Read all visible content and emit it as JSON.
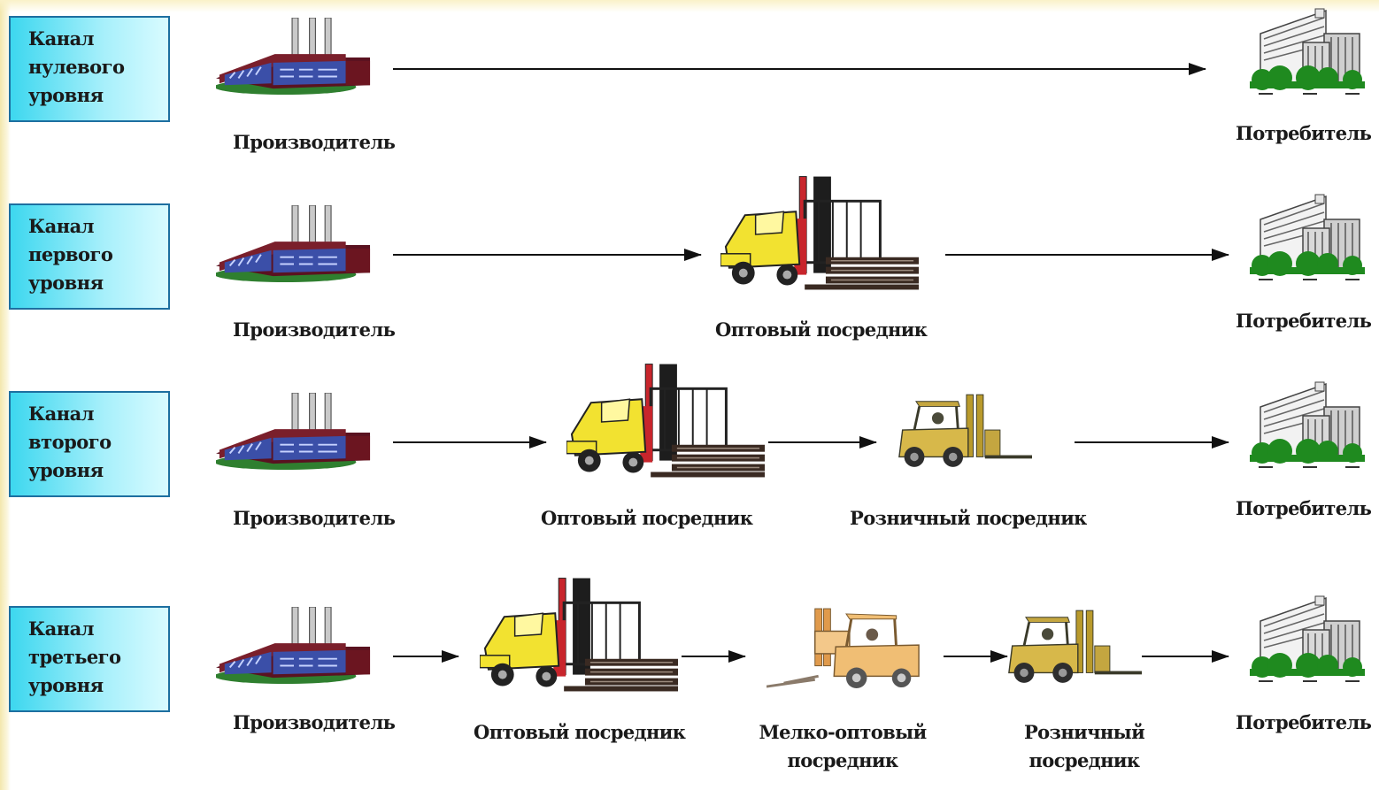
{
  "rows": [
    {
      "channel": [
        "Канал",
        "нулевого",
        "уровня"
      ],
      "producer": "Производитель",
      "consumer": "Потребитель"
    },
    {
      "channel": [
        "Канал",
        "первого",
        "уровня"
      ],
      "producer": "Производитель",
      "wholesale": "Оптовый посредник",
      "consumer": "Потребитель"
    },
    {
      "channel": [
        "Канал",
        "второго",
        "уровня"
      ],
      "producer": "Производитель",
      "wholesale": "Оптовый посредник",
      "retail": "Розничный посредник",
      "consumer": "Потребитель"
    },
    {
      "channel": [
        "Канал",
        "третьего",
        "уровня"
      ],
      "producer": "Производитель",
      "wholesale": "Оптовый посредник",
      "small_wholesale": [
        "Мелко-оптовый",
        "посредник"
      ],
      "retail": [
        "Розничный",
        "посредник"
      ],
      "consumer": "Потребитель"
    }
  ],
  "icons": {
    "producer": "factory-icon",
    "wholesale": "large-forklift-icon",
    "small_wholesale": "orange-forklift-icon",
    "retail": "small-forklift-icon",
    "consumer": "city-buildings-icon"
  },
  "colors": {
    "box_fill": "#3dd7ef",
    "box_border": "#1d6fa0",
    "arrow": "#111111",
    "factory_roof": "#7a1f2b",
    "factory_windows": "#3b4fa8",
    "forklift_yellow": "#f2e230",
    "forklift_red": "#c8252c",
    "forklift_tan": "#d7b84a",
    "forklift_orange": "#f0be74",
    "tree_green": "#1f8a1f"
  }
}
